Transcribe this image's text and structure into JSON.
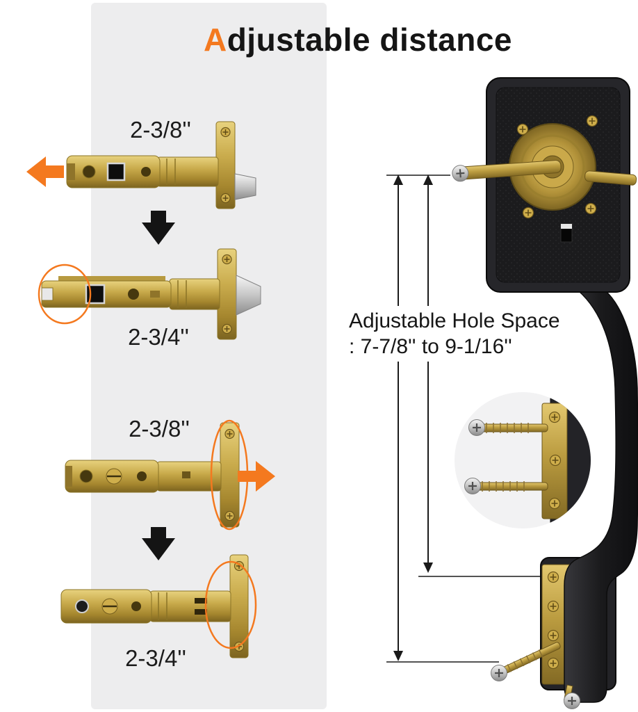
{
  "title": {
    "accent_letter": "A",
    "rest": "djustable distance"
  },
  "latch_sections": [
    {
      "label": "2-3/8''"
    },
    {
      "label": "2-3/4''"
    },
    {
      "label": "2-3/8''"
    },
    {
      "label": "2-3/4''"
    }
  ],
  "annotation": {
    "line1": "Adjustable Hole Space",
    "line2": ": 7-7/8'' to 9-1/16''"
  },
  "colors": {
    "accent_orange": "#F4791F",
    "panel_gray": "#EDEDEE",
    "ink_black": "#161616",
    "brass": "#C9AD4F",
    "chrome": "#C9C9C9",
    "handle_black": "#1F1F23"
  }
}
